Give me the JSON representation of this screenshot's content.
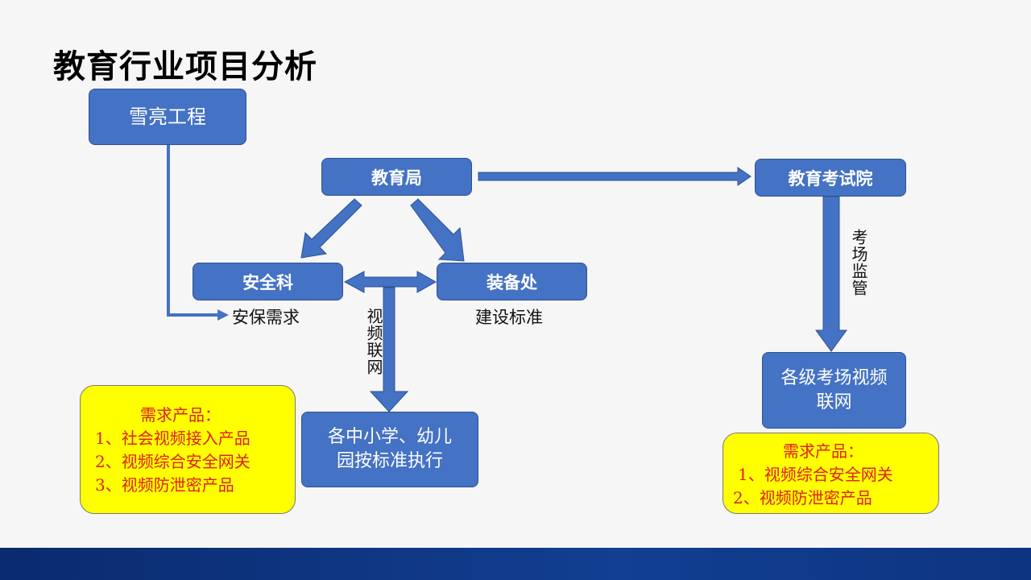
{
  "title": "教育行业项目分析",
  "nodes": {
    "xueliang": "雪亮工程",
    "jiaoyuju": "教育局",
    "kaoshiyuan": "教育考试院",
    "anquanke": "安全科",
    "zhuangbeichu": "装备处",
    "schools": "各中小学、幼儿园按标准执行",
    "schools_line1": "各中小学、幼儿",
    "schools_line2": "园按标准执行",
    "kaochang_line1": "各级考场视频",
    "kaochang_line2": "联网"
  },
  "labels": {
    "anbao": "安保需求",
    "jianshe": "建设标准",
    "video_network": "视频联网",
    "exam_monitor": "考场监管"
  },
  "products_left": {
    "heading": "需求产品：",
    "items": [
      "1、社会视频接入产品",
      "2、视频综合安全网关",
      "3、视频防泄密产品"
    ]
  },
  "products_right": {
    "heading": "需求产品：",
    "items": [
      "1、视频综合安全网关",
      "2、视频防泄密产品"
    ]
  },
  "colors": {
    "box_fill": "#4472c4",
    "box_border": "#2f528f",
    "highlight": "#ffff00",
    "product_text": "#e0201a",
    "footer": "#0d3480"
  }
}
